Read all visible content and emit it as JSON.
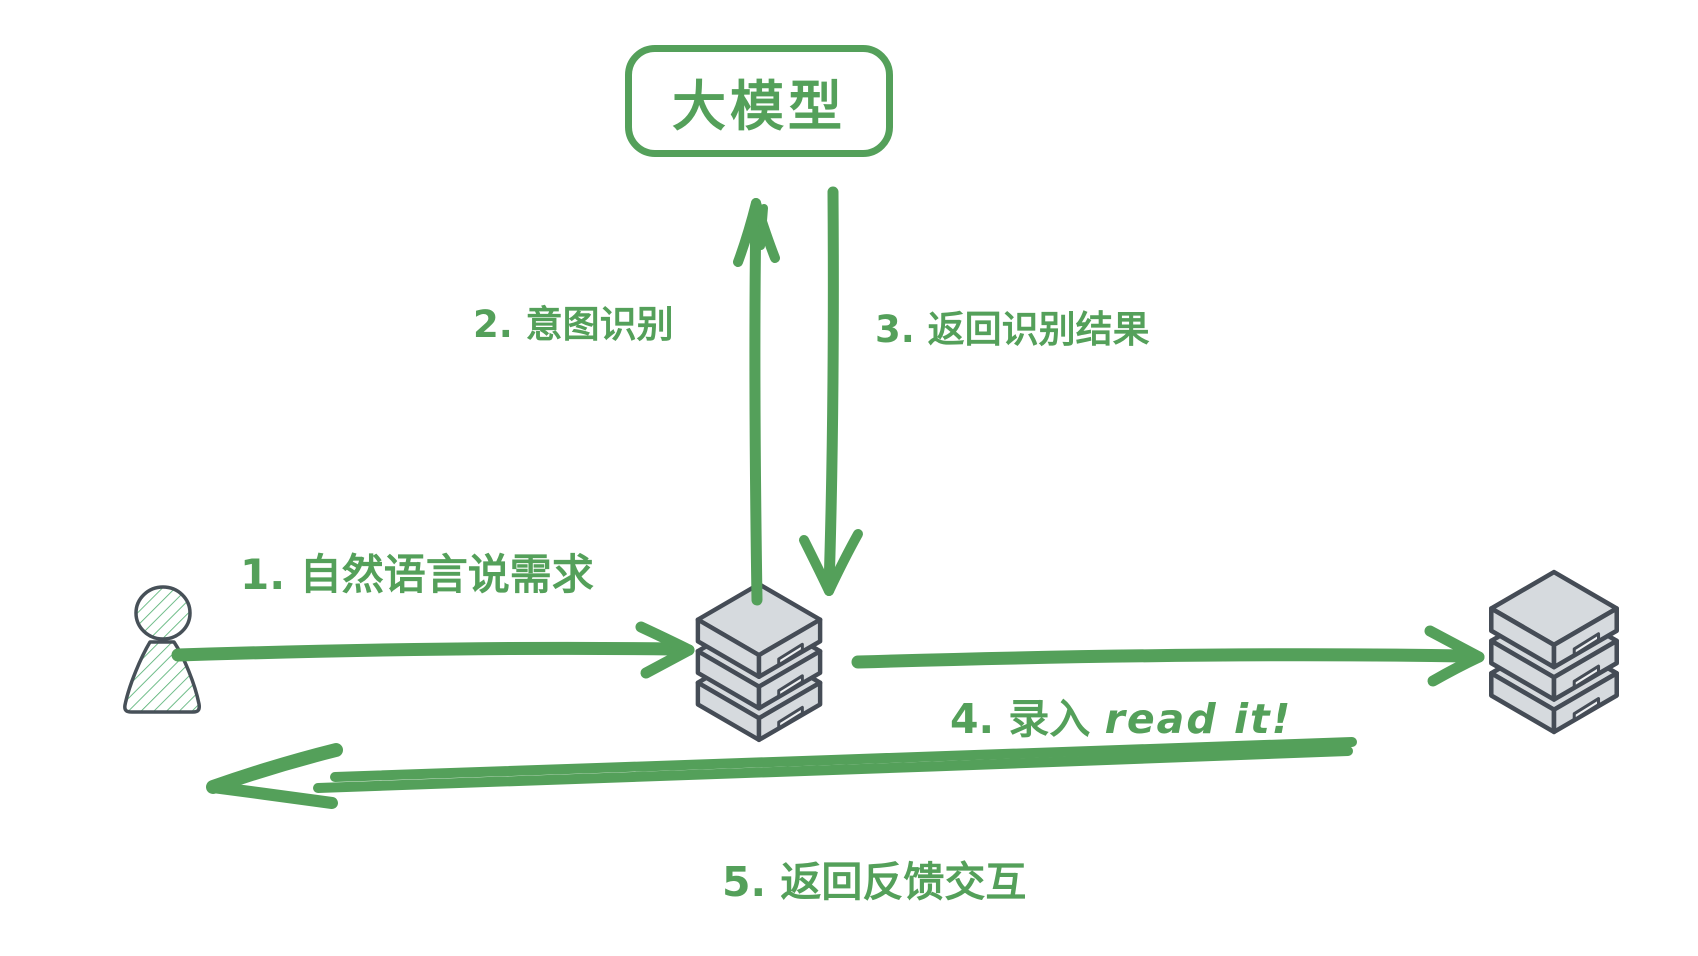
{
  "model_box": {
    "label": "大模型"
  },
  "flow_labels": {
    "step1": "1. 自然语言说需求",
    "step2": "2. 意图识别",
    "step3": "3. 返回识别结果",
    "step4_prefix": "4. 录入 ",
    "step4_latin": "read it!",
    "step5": "5. 返回反馈交互"
  },
  "icons": {
    "user": "person-figure-icon",
    "middle_server": "server-stack-icon",
    "right_server": "server-stack-icon"
  },
  "colors": {
    "accent_green": "#54a05a",
    "outline_dark": "#475058",
    "server_fill": "#d6dade",
    "hatch_green": "#57b275",
    "background": "#ffffff"
  }
}
